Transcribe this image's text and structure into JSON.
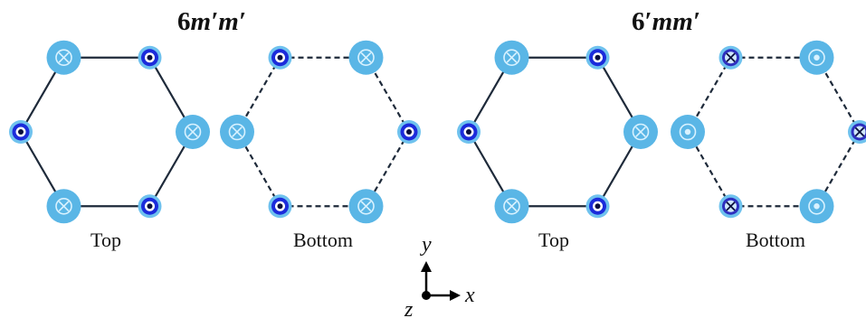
{
  "colors": {
    "big_atom_fill": "#5AB6E6",
    "big_atom_symbol": "#D9F2FF",
    "small_atom_ring": "#6FC2EE",
    "small_atom_core": "#1B2BDB",
    "small_atom_core_alt": "#2E2FBF",
    "small_atom_symbol": "#0A0E3C",
    "bond": "#1E2A3A"
  },
  "panels": [
    {
      "title_prefix": "6",
      "title_italic": "m′m′",
      "top_label": "Top",
      "bottom_label": "Bottom",
      "top": {
        "bond_style": "solid",
        "vertices": [
          {
            "size": "big",
            "symbol": "cross"
          },
          {
            "size": "small",
            "symbol": "dot"
          },
          {
            "size": "big",
            "symbol": "cross"
          },
          {
            "size": "small",
            "symbol": "dot"
          },
          {
            "size": "big",
            "symbol": "cross"
          },
          {
            "size": "small",
            "symbol": "dot"
          }
        ]
      },
      "bottom": {
        "bond_style": "dashed",
        "vertices": [
          {
            "size": "small",
            "symbol": "dot"
          },
          {
            "size": "big",
            "symbol": "cross"
          },
          {
            "size": "small",
            "symbol": "dot"
          },
          {
            "size": "big",
            "symbol": "cross"
          },
          {
            "size": "small",
            "symbol": "dot"
          },
          {
            "size": "big",
            "symbol": "cross"
          }
        ]
      }
    },
    {
      "title_prefix": "6′",
      "title_italic": "mm′",
      "top_label": "Top",
      "bottom_label": "Bottom",
      "top": {
        "bond_style": "solid",
        "vertices": [
          {
            "size": "big",
            "symbol": "cross"
          },
          {
            "size": "small",
            "symbol": "dot"
          },
          {
            "size": "big",
            "symbol": "cross"
          },
          {
            "size": "small",
            "symbol": "dot"
          },
          {
            "size": "big",
            "symbol": "cross"
          },
          {
            "size": "small",
            "symbol": "dot"
          }
        ]
      },
      "bottom": {
        "bond_style": "dashed",
        "vertices": [
          {
            "size": "small",
            "symbol": "cross"
          },
          {
            "size": "big",
            "symbol": "dot"
          },
          {
            "size": "small",
            "symbol": "cross"
          },
          {
            "size": "big",
            "symbol": "dot"
          },
          {
            "size": "small",
            "symbol": "cross"
          },
          {
            "size": "big",
            "symbol": "dot"
          }
        ]
      }
    }
  ],
  "axes": {
    "x_label": "x",
    "y_label": "y",
    "z_label": "z"
  }
}
